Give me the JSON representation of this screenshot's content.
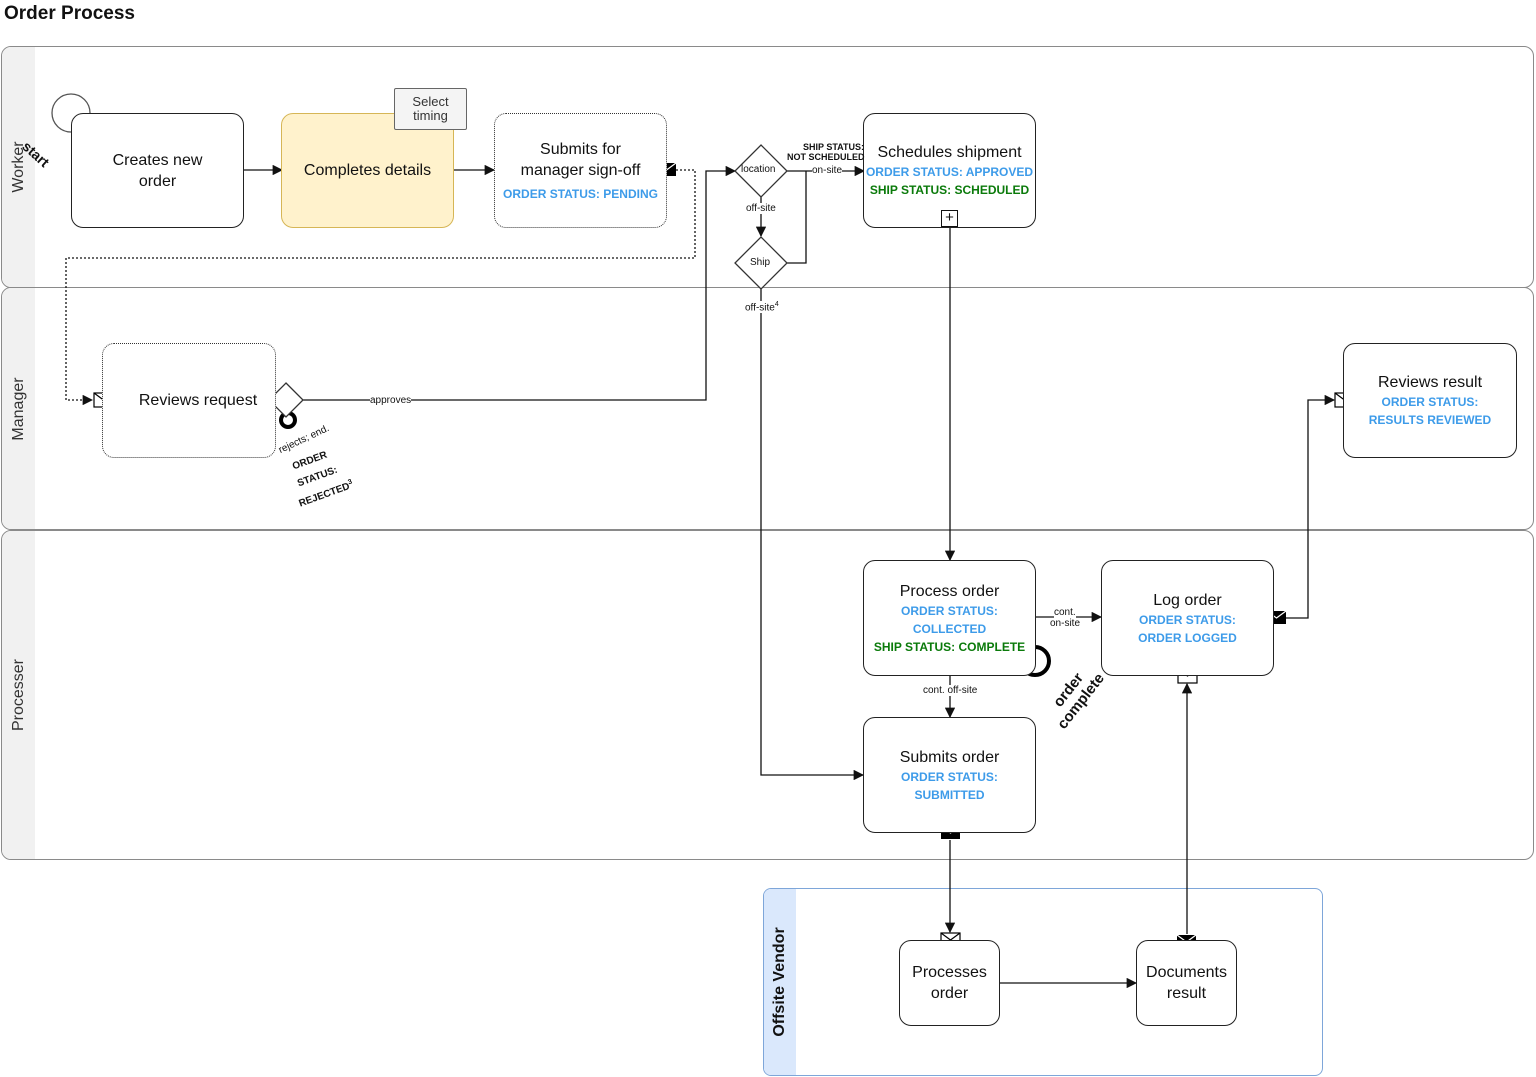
{
  "title": "Order Process",
  "lanes": {
    "worker": "Worker",
    "manager": "Manager",
    "processer": "Processer",
    "vendor": "Offsite Vendor"
  },
  "tasks": {
    "creates_new_order": "Creates new\norder",
    "completes_details": "Completes details",
    "submits_signoff": "Submits for\nmanager sign-off",
    "submits_signoff_status": "ORDER STATUS: PENDING",
    "schedules_shipment": "Schedules shipment",
    "schedules_status_order": "ORDER STATUS: APPROVED",
    "schedules_status_ship": "SHIP STATUS: SCHEDULED",
    "reviews_request": "Reviews request",
    "reviews_result": "Reviews result",
    "reviews_result_status1": "ORDER STATUS:",
    "reviews_result_status2": "RESULTS REVIEWED",
    "process_order": "Process order",
    "process_order_status_order": "ORDER STATUS: COLLECTED",
    "process_order_status_ship": "SHIP STATUS: COMPLETE",
    "log_order": "Log order",
    "log_order_status1": "ORDER STATUS:",
    "log_order_status2": "ORDER LOGGED",
    "submits_order": "Submits order",
    "submits_order_status1": "ORDER STATUS:",
    "submits_order_status2": "SUBMITTED",
    "processes_order": "Processes\norder",
    "documents_result": "Documents\nresult"
  },
  "note": "Select\ntiming",
  "gateways": {
    "location": "location",
    "ship": "Ship"
  },
  "labels": {
    "start": "start",
    "ship_status_not_scheduled_1": "SHIP STATUS:",
    "ship_status_not_scheduled_2": "NOT SCHEDULED",
    "on_site": "on-site",
    "off_site": "off-site",
    "off_site_4": "off-site",
    "off_site_4_sup": "4",
    "approves": "approves",
    "rejects_end": "rejects; end.",
    "rejected_1": "ORDER",
    "rejected_2": "STATUS:",
    "rejected_3": "REJECTED",
    "rejected_sup": "3",
    "cont_on_site_1": "cont.",
    "cont_on_site_2": "on-site",
    "cont_off_site": "cont. off-site",
    "order_complete_1": "order",
    "order_complete_2": "complete"
  },
  "colors": {
    "status_blue": "#3d9be9",
    "status_green": "#0a7a0a",
    "yellow_fill": "#fff2cc",
    "pool_blue": "#dae8fc"
  }
}
